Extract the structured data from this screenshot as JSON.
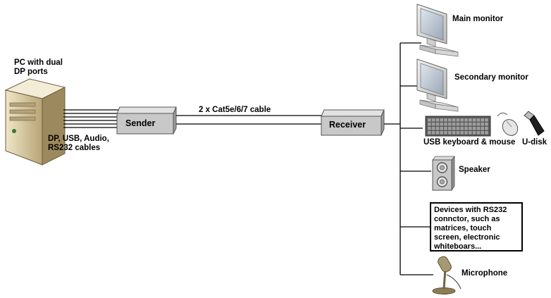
{
  "labels": {
    "pc_line1": "PC with dual",
    "pc_line2": "DP ports",
    "cables_line1": "DP, USB, Audio,",
    "cables_line2": "RS232 cables",
    "sender": "Sender",
    "link": "2 x Cat5e/6/7 cable",
    "receiver": "Receiver",
    "main_monitor": "Main monitor",
    "secondary_monitor": "Secondary monitor",
    "keyboard_mouse": "USB keyboard & mouse",
    "udisk": "U-disk",
    "speaker": "Speaker",
    "rs232_lines": [
      "Devices with RS232",
      "connctor, such as",
      "matrices, touch",
      "screen, electronic",
      "whiteboars..."
    ],
    "microphone": "Microphone"
  },
  "icons": [
    "pc-tower-icon",
    "monitor-icon",
    "keyboard-icon",
    "mouse-icon",
    "usb-stick-icon",
    "speaker-icon",
    "microphone-icon"
  ],
  "colors": {
    "box_fill": "#c8c8c8",
    "line": "#000000",
    "pc_body": "#d9c9a0"
  }
}
